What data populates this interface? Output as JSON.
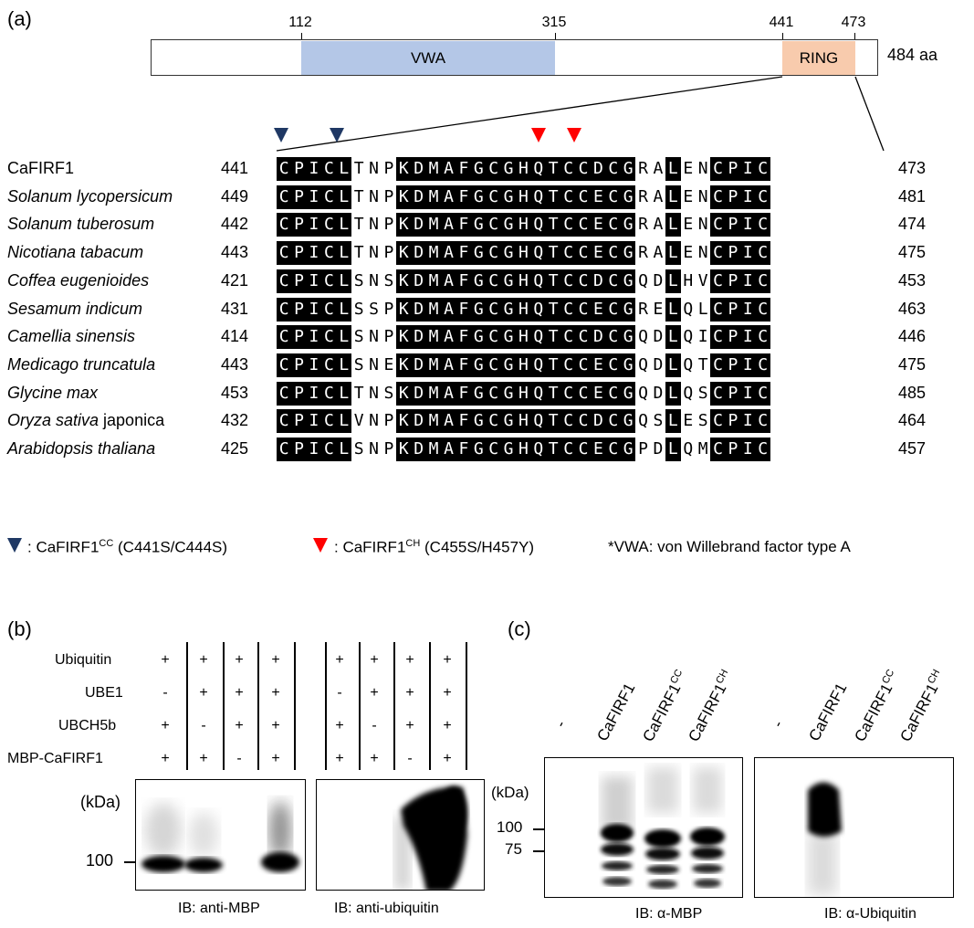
{
  "panel_a": {
    "label": "(a)",
    "ticks": [
      "112",
      "315",
      "441",
      "473"
    ],
    "length_label": "484 aa",
    "vwa_label": "VWA",
    "ring_label": "RING",
    "alignment": [
      {
        "genus": "CaFIRF1",
        "rest": "",
        "start": "441",
        "end": "473",
        "seq": "CPICLTNPKDMAFGCGHQTCCDCGRALENCPIC"
      },
      {
        "genus": "Solanum lycopersicum",
        "rest": "",
        "start": "449",
        "end": "481",
        "seq": "CPICLTNPKDMAFGCGHQTCCECGRALENCPIC"
      },
      {
        "genus": "Solanum tuberosum",
        "rest": "",
        "start": "442",
        "end": "474",
        "seq": "CPICLTNPKDMAFGCGHQTCCECGRALENCPIC"
      },
      {
        "genus": "Nicotiana tabacum",
        "rest": "",
        "start": "443",
        "end": "475",
        "seq": "CPICLTNPKDMAFGCGHQTCCECGRALENCPIC"
      },
      {
        "genus": "Coffea eugenioides",
        "rest": "",
        "start": "421",
        "end": "453",
        "seq": "CPICLSNSKDMAFGCGHQTCCDCGQDLHVCPIC"
      },
      {
        "genus": "Sesamum indicum",
        "rest": "",
        "start": "431",
        "end": "463",
        "seq": "CPICLSSPKDMAFGCGHQTCCECGRELQLCPIC"
      },
      {
        "genus": "Camellia sinensis",
        "rest": "",
        "start": "414",
        "end": "446",
        "seq": "CPICLSNPKDMAFGCGHQTCCDCGQDLQICPIC"
      },
      {
        "genus": "Medicago truncatula",
        "rest": "",
        "start": "443",
        "end": "475",
        "seq": "CPICLSNEKDMAFGCGHQTCCECGQDLQTCPIC"
      },
      {
        "genus": "Glycine max",
        "rest": "",
        "start": "453",
        "end": "485",
        "seq": "CPICLTNSKDMAFGCGHQTCCECGQDLQSCPIC"
      },
      {
        "genus": "Oryza sativa",
        "rest": " japonica",
        "start": "432",
        "end": "464",
        "seq": "CPICLVNPKDMAFGCGHQTCCDCGQSLESCPIC"
      },
      {
        "genus": "Arabidopsis thaliana",
        "rest": "",
        "start": "425",
        "end": "457",
        "seq": "CPICLSNPKDMAFGCGHQTCCECGPDLQMCPIC"
      }
    ],
    "legend_cc_prefix": ": CaFIRF1",
    "legend_cc_sup": "CC",
    "legend_cc_suffix": " (C441S/C444S)",
    "legend_ch_prefix": ": CaFIRF1",
    "legend_ch_sup": "CH",
    "legend_ch_suffix": " (C455S/H457Y)",
    "legend_vwa": "*VWA: von Willebrand factor type A",
    "colors": {
      "vwa": "#b4c7e7",
      "ring": "#f8cbad",
      "cc_marker": "#1f3864",
      "ch_marker": "#ff0000"
    }
  },
  "panel_b": {
    "label": "(b)",
    "rows": [
      {
        "name": "Ubiquitin",
        "left": [
          "+",
          "+",
          "+",
          "+"
        ],
        "right": [
          "+",
          "+",
          "+",
          "+"
        ]
      },
      {
        "name": "UBE1",
        "left": [
          "-",
          "+",
          "+",
          "+"
        ],
        "right": [
          "-",
          "+",
          "+",
          "+"
        ]
      },
      {
        "name": "UBCH5b",
        "left": [
          "+",
          "-",
          "+",
          "+"
        ],
        "right": [
          "+",
          "-",
          "+",
          "+"
        ]
      },
      {
        "name": "MBP-CaFIRF1",
        "left": [
          "+",
          "+",
          "-",
          "+"
        ],
        "right": [
          "+",
          "+",
          "-",
          "+"
        ]
      }
    ],
    "kda": "(kDa)",
    "marker_100": "100",
    "caption_left": "IB: anti-MBP",
    "caption_right": "IB: anti-ubiquitin"
  },
  "panel_c": {
    "label": "(c)",
    "lanes_left": [
      {
        "base": "-",
        "sup": ""
      },
      {
        "base": "CaFIRF1",
        "sup": ""
      },
      {
        "base": "CaFIRF1",
        "sup": "CC"
      },
      {
        "base": "CaFIRF1",
        "sup": "CH"
      }
    ],
    "lanes_right": [
      {
        "base": "-",
        "sup": ""
      },
      {
        "base": "CaFIRF1",
        "sup": ""
      },
      {
        "base": "CaFIRF1",
        "sup": "CC"
      },
      {
        "base": "CaFIRF1",
        "sup": "CH"
      }
    ],
    "kda": "(kDa)",
    "marker_100": "100",
    "marker_75": "75",
    "caption_left": "IB: α-MBP",
    "caption_right": "IB: α-Ubiquitin"
  }
}
